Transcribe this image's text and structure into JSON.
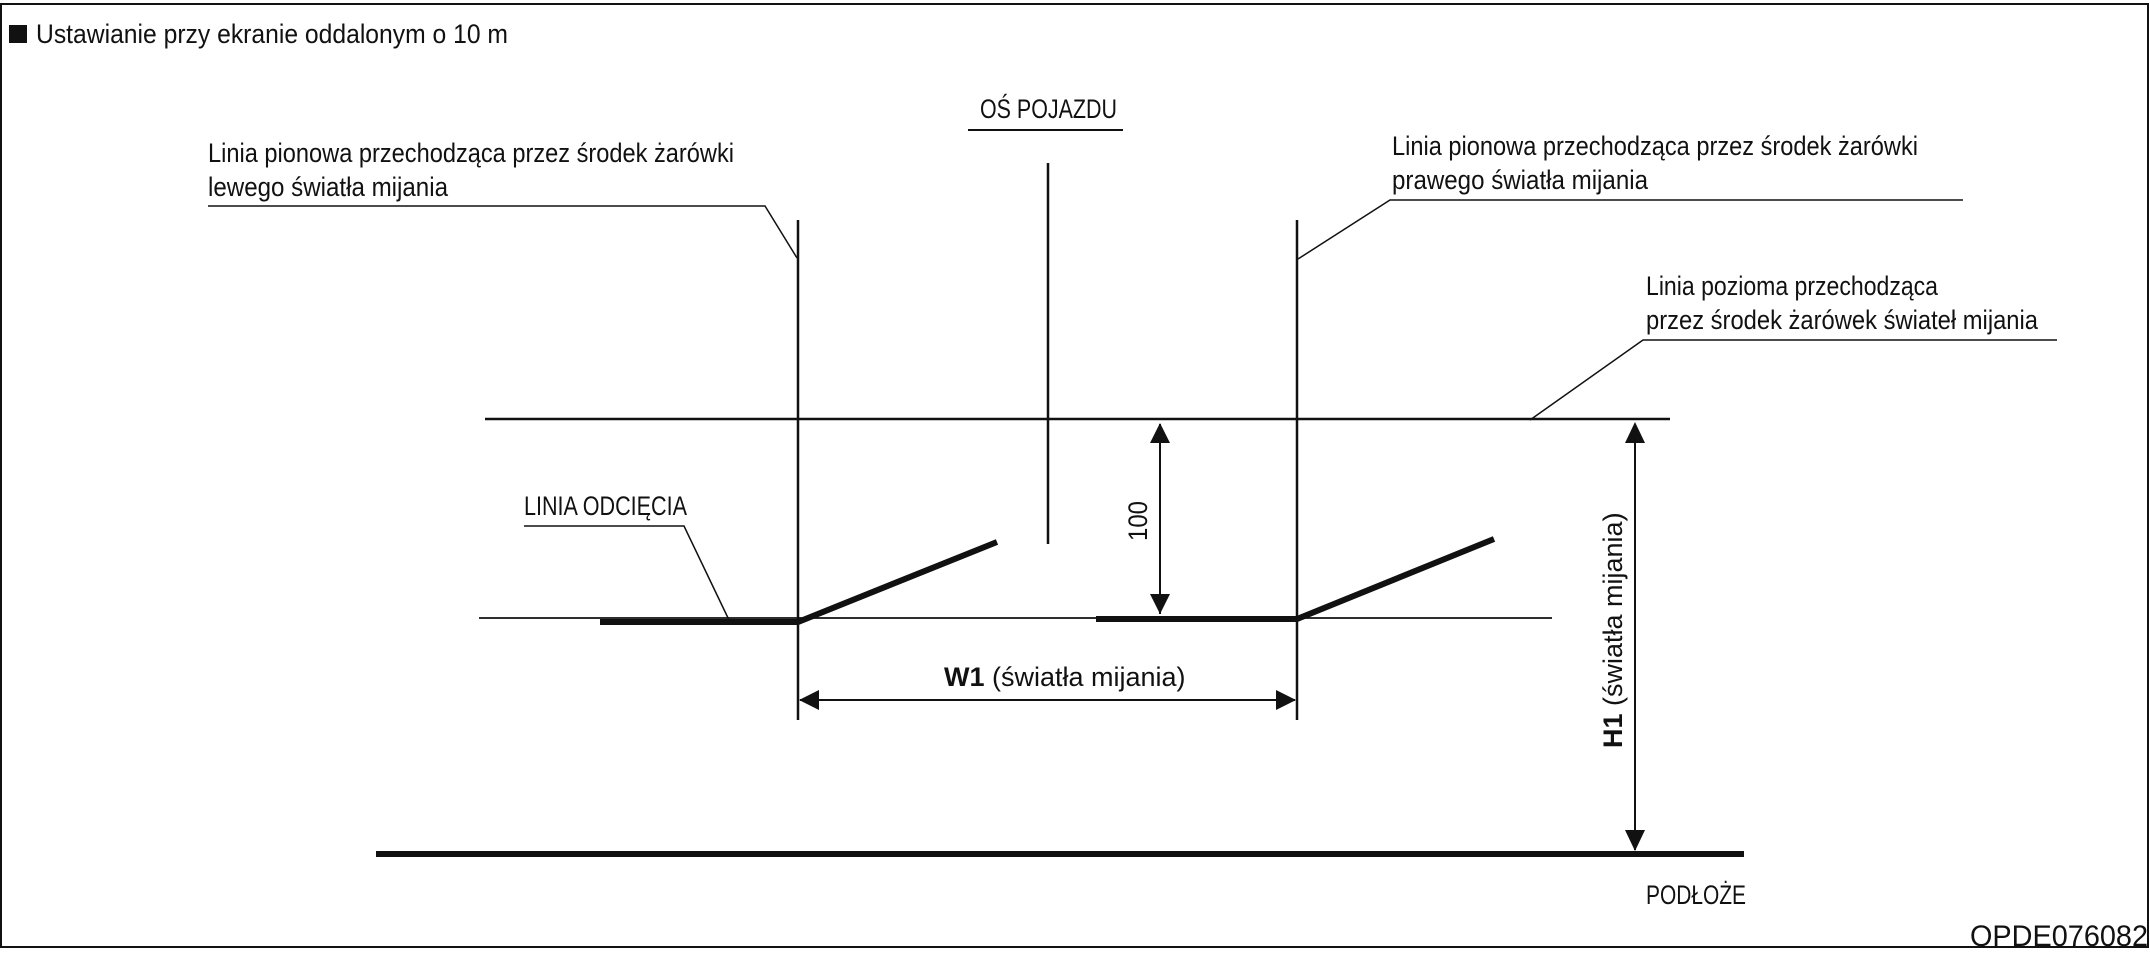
{
  "header": {
    "title": "Ustawianie przy ekranie oddalonym o 10 m"
  },
  "labels": {
    "vehicle_axis": "OŚ POJAZDU",
    "left_vertical_line": {
      "line1": "Linia pionowa przechodząca przez środek żarówki",
      "line2": "lewego światła mijania"
    },
    "right_vertical_line": {
      "line1": "Linia pionowa przechodząca przez środek żarówki",
      "line2": "prawego światła mijania"
    },
    "horizontal_line": {
      "line1": "Linia pozioma przechodząca",
      "line2": "przez środek żarówek świateł mijania"
    },
    "cutoff_line": "LINIA ODCIĘCIA",
    "dimension_100": "100",
    "w1_bold": "W1",
    "w1_rest": " (światła mijania)",
    "h1_bold": "H1",
    "h1_rest": " (światła mijania)",
    "ground": "PODŁOŻE"
  },
  "figure_code": "OPDE076082",
  "colors": {
    "line": "#111111",
    "background": "#ffffff"
  }
}
